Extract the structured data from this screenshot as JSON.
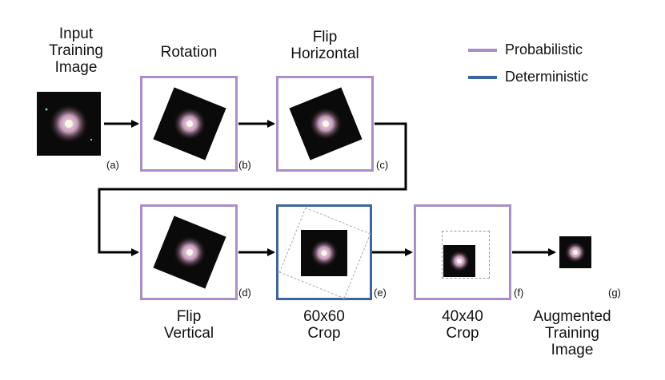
{
  "legend": {
    "items": [
      {
        "label": "Probabilistic",
        "color": "#a98ec9"
      },
      {
        "label": "Deterministic",
        "color": "#3b66a0"
      }
    ]
  },
  "steps": {
    "input": {
      "lines": [
        "Input",
        "Training",
        "Image"
      ],
      "tag": "(a)"
    },
    "rotation": {
      "lines": [
        "Rotation"
      ],
      "tag": "(b)"
    },
    "flip_h": {
      "lines": [
        "Flip",
        "Horizontal"
      ],
      "tag": "(c)"
    },
    "flip_v": {
      "lines": [
        "Flip",
        "Vertical"
      ],
      "tag": "(d)"
    },
    "crop60": {
      "lines": [
        "60x60",
        "Crop"
      ],
      "tag": "(e)"
    },
    "crop40": {
      "lines": [
        "40x40",
        "Crop"
      ],
      "tag": "(f)"
    },
    "output": {
      "lines": [
        "Augmented",
        "Training",
        "Image"
      ],
      "tag": "(g)"
    }
  }
}
